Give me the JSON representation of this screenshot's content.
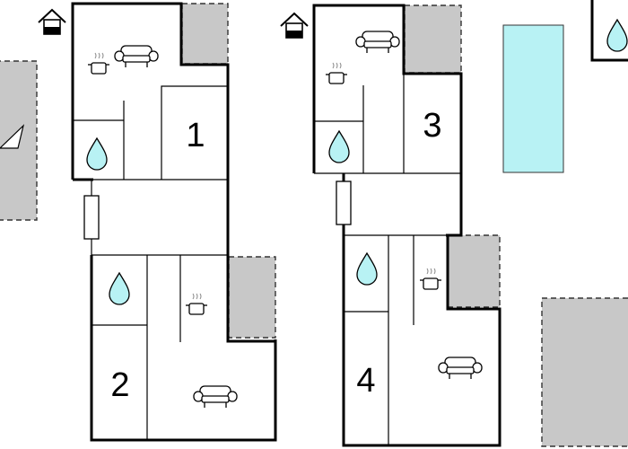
{
  "apartments": [
    {
      "number": "1"
    },
    {
      "number": "2"
    },
    {
      "number": "3"
    },
    {
      "number": "4"
    }
  ],
  "colors": {
    "pool": "#b8f2f4",
    "water_drop": "#b8f2f4",
    "terrace": "#c8c8c8",
    "walls": "#000000"
  }
}
